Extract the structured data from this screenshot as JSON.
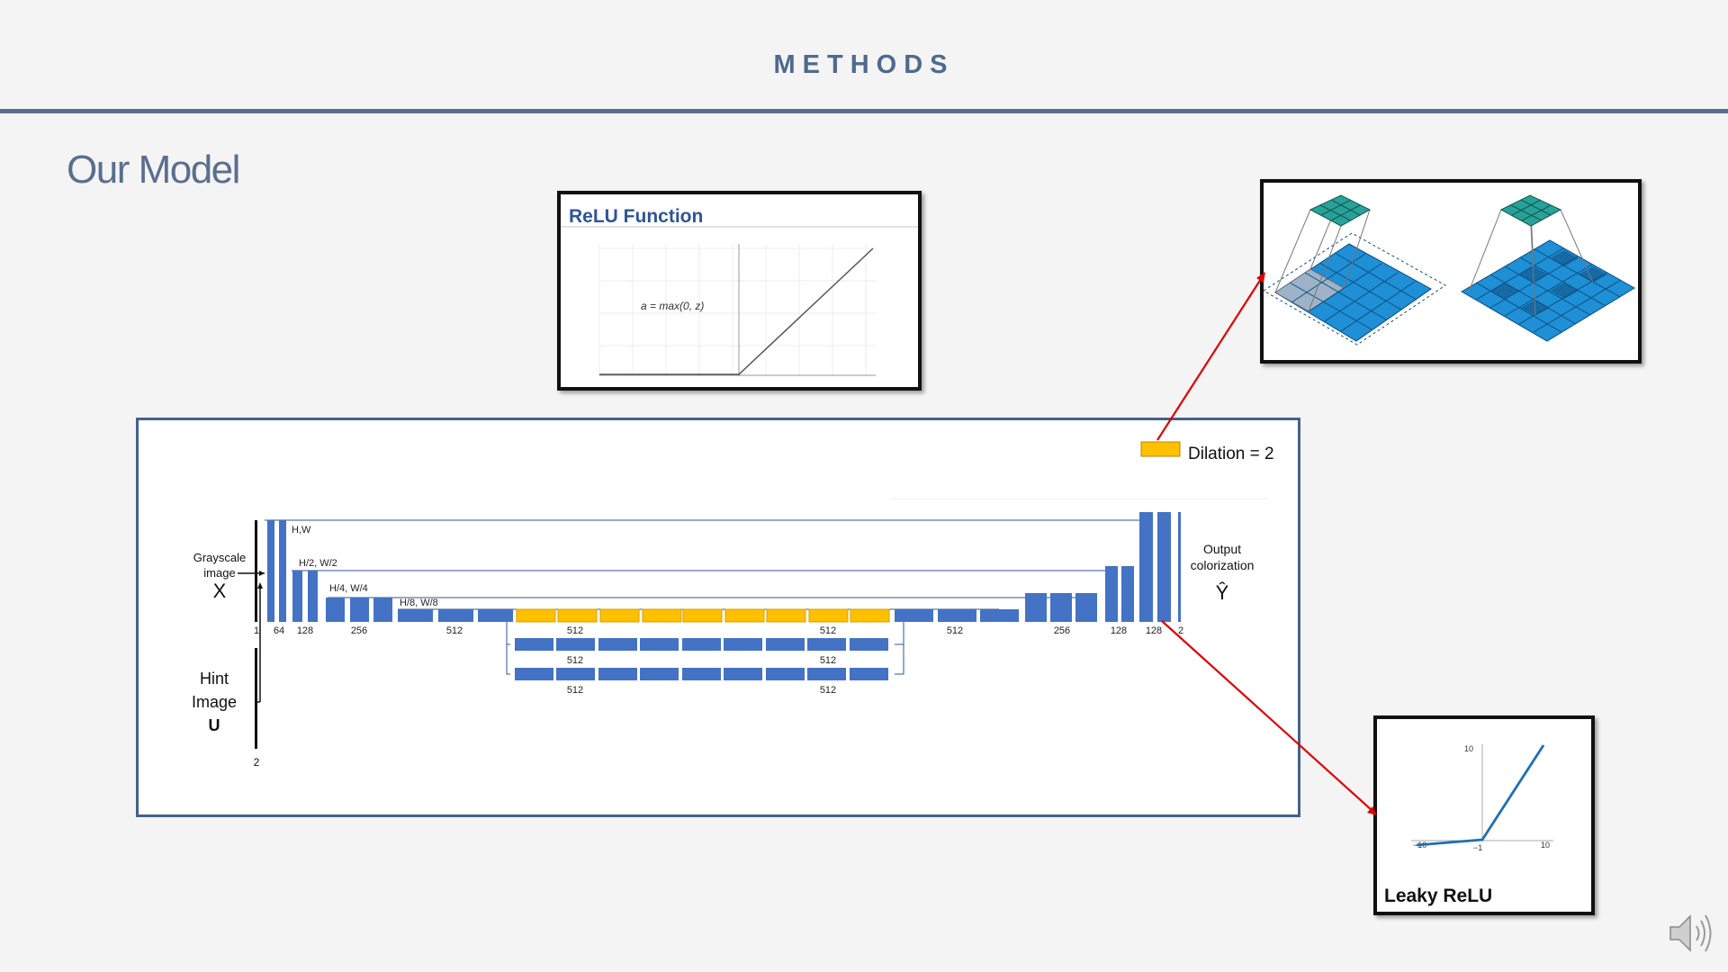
{
  "header": {
    "section_title": "METHODS"
  },
  "slide": {
    "heading": "Our Model"
  },
  "relu_panel": {
    "title": "ReLU Function",
    "formula": "a = max(0, z)"
  },
  "leaky_panel": {
    "label": "Leaky ReLU",
    "tick_top": "10",
    "tick_left": "−10",
    "tick_mid": "−1",
    "tick_right": "10"
  },
  "diagram": {
    "legend_label": "Dilation = 2",
    "input_label_line1": "Grayscale",
    "input_label_line2": "image",
    "input_symbol": "X",
    "hint_line1": "Hint",
    "hint_line2": "Image",
    "hint_symbol": "U",
    "hint_channels": "2",
    "input_channels": "1",
    "output_label_line1": "Output",
    "output_label_line2": "colorization",
    "output_symbol": "Ŷ",
    "output_channels": "2",
    "scale_labels": [
      "H,W",
      "H/2, W/2",
      "H/4, W/4",
      "H/8, W/8"
    ],
    "channel_labels": [
      "64",
      "128",
      "256",
      "512",
      "512",
      "512",
      "512",
      "256",
      "128",
      "128"
    ],
    "branch_labels": [
      "512",
      "512",
      "512",
      "512"
    ]
  },
  "colors": {
    "accent": "#5a6f8e",
    "block_blue": "#4472c4",
    "dilation_orange": "#ffc000",
    "dilated_grid": "#1f8fd6",
    "kernel_teal": "#2aa198",
    "arrow_red": "#e00000"
  }
}
